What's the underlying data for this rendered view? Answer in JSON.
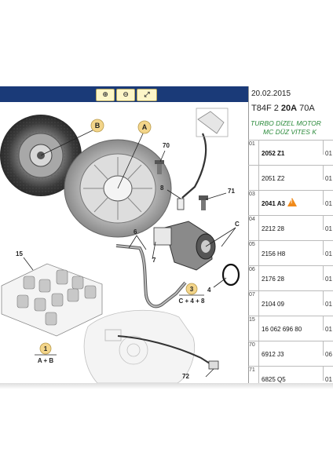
{
  "toolbar": {
    "buttons": [
      {
        "icon": "zoom-in-icon",
        "glyph": "⊕"
      },
      {
        "icon": "zoom-out-icon",
        "glyph": "⊖"
      },
      {
        "icon": "zoom-fit-icon",
        "glyph": "⤢"
      }
    ]
  },
  "header": {
    "date": "20.02.2015",
    "code_prefix": "T84F 2 ",
    "code_bold": "20A",
    "code_suffix": " 70A"
  },
  "engine": {
    "line1": "TURBO DİZEL MOTOR",
    "line2": "MC DÜZ VİTES K"
  },
  "parts": [
    {
      "idx": "01",
      "ref": "2052 Z1",
      "qty": "01",
      "bold": true
    },
    {
      "idx": "",
      "ref": "2051 Z2",
      "qty": "01",
      "bold": false
    },
    {
      "idx": "03",
      "ref": "2041 A3",
      "qty": "01",
      "bold": true,
      "warn": true
    },
    {
      "idx": "04",
      "ref": "2212 28",
      "qty": "01",
      "bold": false
    },
    {
      "idx": "05",
      "ref": "2156 H8",
      "qty": "01",
      "bold": false
    },
    {
      "idx": "06",
      "ref": "2176 28",
      "qty": "01",
      "bold": false
    },
    {
      "idx": "07",
      "ref": "2104 09",
      "qty": "01",
      "bold": false
    },
    {
      "idx": "15",
      "ref": "16 062 696 80",
      "qty": "01",
      "bold": false
    },
    {
      "idx": "70",
      "ref": "6912 J3",
      "qty": "06",
      "bold": false
    },
    {
      "idx": "71",
      "ref": "6825 Q5",
      "qty": "01",
      "bold": false
    }
  ],
  "callouts": {
    "A": "A",
    "B": "B",
    "C": "C",
    "n70": "70",
    "n71": "71",
    "n8": "8",
    "n6": "6",
    "n7": "7",
    "n4": "4",
    "n15": "15",
    "n1": "1",
    "n3": "3",
    "n72": "72",
    "formula1": "A + B",
    "formula3": "C + 4 + 8"
  },
  "colors": {
    "toolbar": "#1a3a78",
    "callout_fill": "#f3d58a",
    "engine_text": "#2a8a3a",
    "warning": "#f08a1a"
  }
}
